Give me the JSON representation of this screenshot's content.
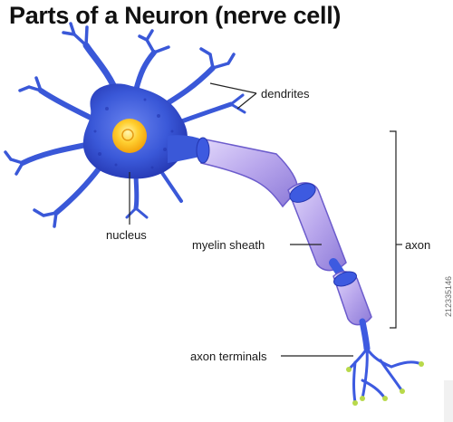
{
  "title": "Parts of a Neuron (nerve cell)",
  "labels": {
    "dendrites": "dendrites",
    "nucleus": "nucleus",
    "myelin_sheath": "myelin sheath",
    "axon": "axon",
    "axon_terminals": "axon terminals"
  },
  "watermark_id": "212335146",
  "colors": {
    "cell_body": "#3a58d8",
    "cell_body_dark": "#2436b0",
    "nucleus": "#ffc928",
    "myelin_light": "#c6b4ee",
    "myelin_mid": "#8f7ee0",
    "axon_blue": "#3d5ae0",
    "terminal_tip": "#b8d94a"
  }
}
